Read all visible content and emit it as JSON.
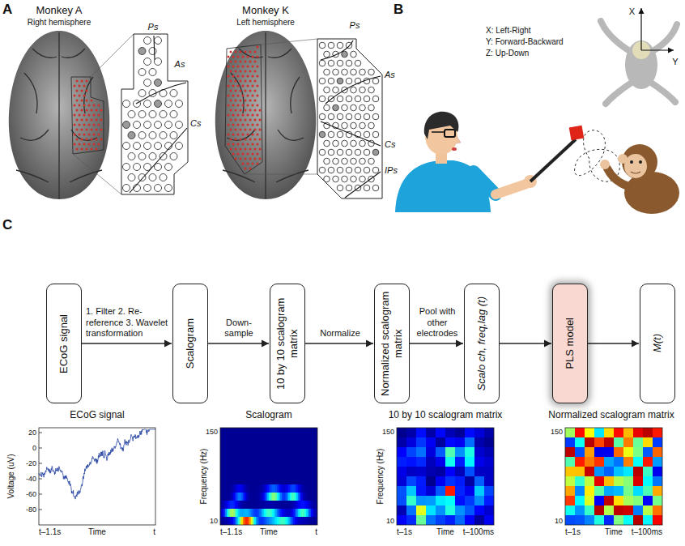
{
  "diagram": {
    "nodes": [
      {
        "text": [
          "ECoG signal"
        ]
      },
      {
        "text": [
          "Scalogram"
        ]
      },
      {
        "text": [
          "10 by 10 scalogram matrix"
        ]
      },
      {
        "text": [
          "Normalized scalogram matrix"
        ]
      },
      {
        "text": [
          "Scalo ch, freq,lag (t)"
        ]
      },
      {
        "text": [
          "PLS model"
        ]
      },
      {
        "text": [
          "M(t)"
        ]
      }
    ],
    "edges": [
      {
        "from": 0,
        "to": 1,
        "label": "1. Filter 2. Re-reference 3. Wavelet transformation",
        "arrow": "to"
      },
      {
        "from": 1,
        "to": 2,
        "label": "Down-sample",
        "arrow": "to"
      },
      {
        "from": 2,
        "to": 3,
        "label": "Normalize",
        "arrow": "to"
      },
      {
        "from": 3,
        "to": 4,
        "label": "Pool with other electrodes",
        "arrow": "to"
      },
      {
        "from": 4,
        "to": 5,
        "arrow": "to"
      },
      {
        "from": 5,
        "to": 6,
        "arrow": "to"
      }
    ],
    "labels": [
      "A",
      "Monkey A",
      "Right hemisphere",
      "Ps",
      "As",
      "Cs",
      "Monkey K",
      "Left hemisphere",
      "Ps",
      "As",
      "Cs",
      "IPs",
      "B",
      "X: Left-Right",
      "Y: Forward-Backward",
      "Z: Up-Down",
      "X",
      "Y",
      "C",
      "ECoG signal",
      "Voltage (uV)",
      "20",
      "0",
      "-20",
      "-40",
      "-60",
      "-80",
      "t–1.1s",
      "Time",
      "t",
      "Scalogram",
      "Frequency (Hz)",
      "150",
      "10",
      "t–1.1s",
      "Time",
      "t",
      "10 by 10 scalogram matrix",
      "Frequency (Hz)",
      "150",
      "10",
      "t–1s",
      "Time",
      "t–100ms",
      "Normalized scalogram matrix",
      "150",
      "10",
      "t–1s",
      "Time",
      "t–100ms"
    ]
  }
}
